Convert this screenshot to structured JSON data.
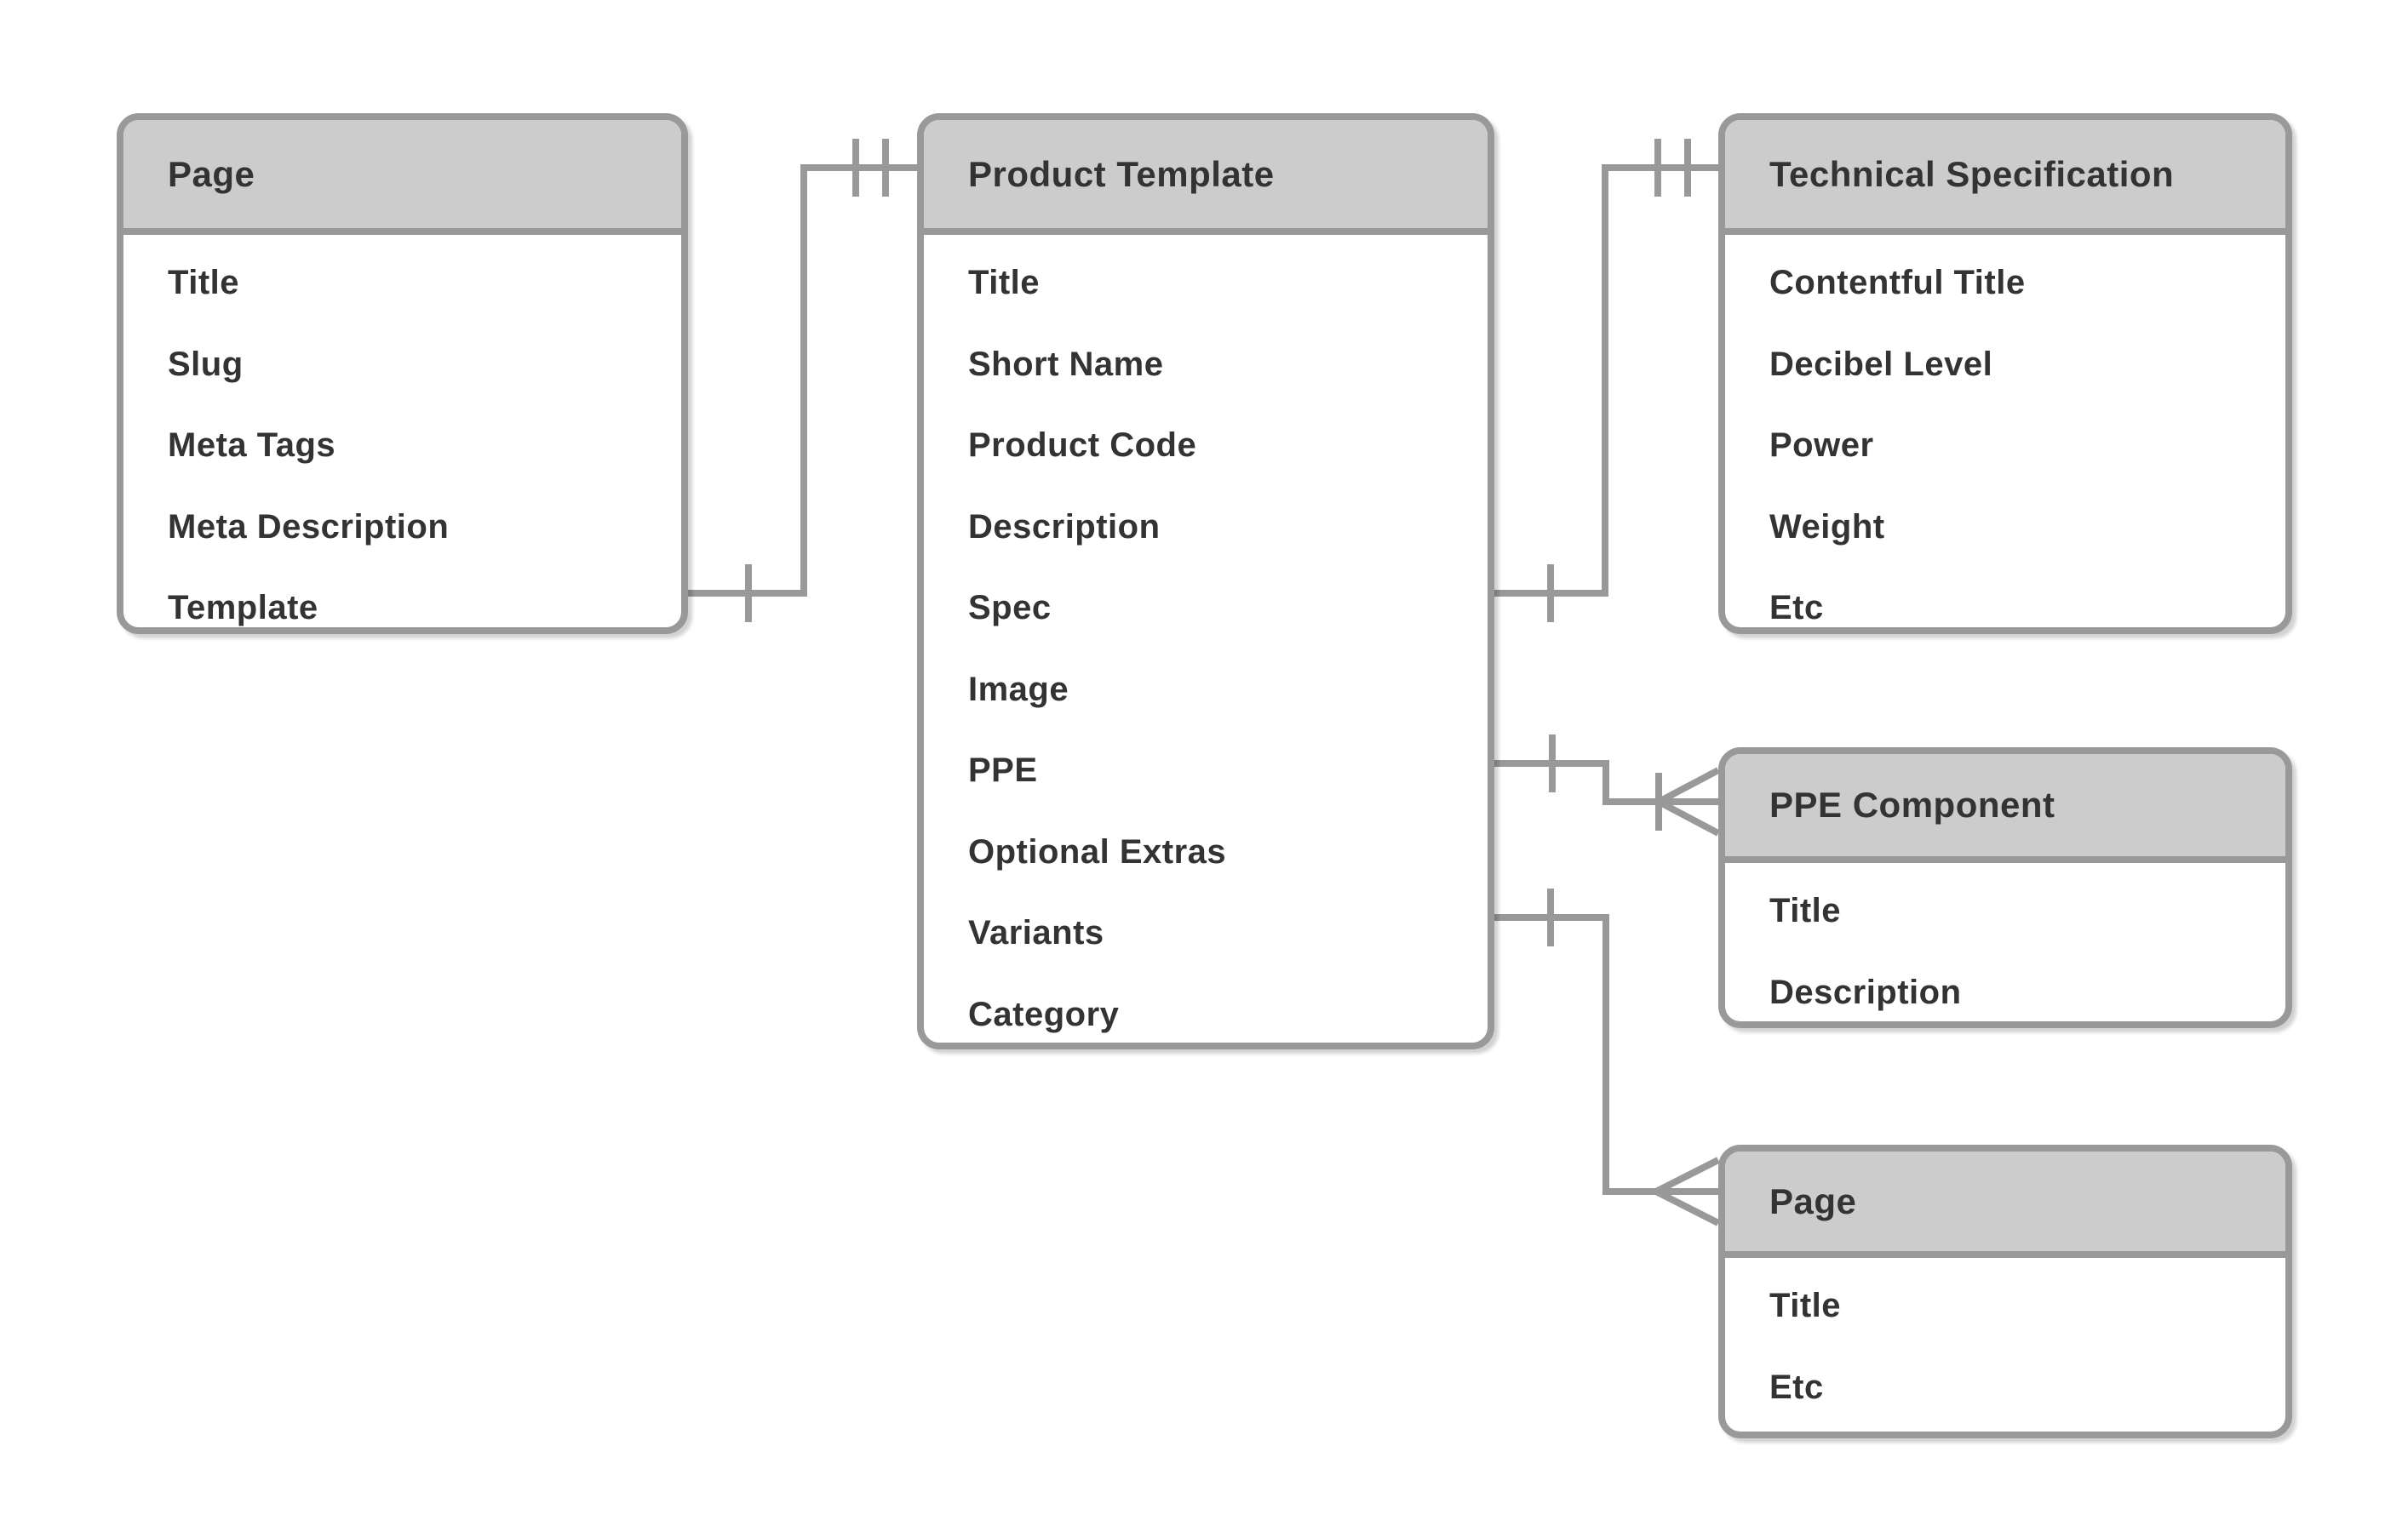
{
  "diagram": {
    "type": "entity-relationship-diagram",
    "background": "#ffffff",
    "colors": {
      "entity_border": "#999999",
      "entity_header_fill": "#cccccc",
      "entity_body_fill": "#ffffff",
      "connector": "#999999",
      "text": "#333333"
    },
    "entities": [
      {
        "id": "page-top",
        "title": "Page",
        "fields": [
          "Title",
          "Slug",
          "Meta Tags",
          "Meta Description",
          "Template"
        ]
      },
      {
        "id": "product-template",
        "title": "Product Template",
        "fields": [
          "Title",
          "Short Name",
          "Product Code",
          "Description",
          "Spec",
          "Image",
          "PPE",
          "Optional Extras",
          "Variants",
          "Category"
        ]
      },
      {
        "id": "technical-specification",
        "title": "Technical Specification",
        "fields": [
          "Contentful Title",
          "Decibel Level",
          "Power",
          "Weight",
          "Etc"
        ]
      },
      {
        "id": "ppe-component",
        "title": "PPE Component",
        "fields": [
          "Title",
          "Description"
        ]
      },
      {
        "id": "page-bottom",
        "title": "Page",
        "fields": [
          "Title",
          "Etc"
        ]
      }
    ],
    "relationships": [
      {
        "from_entity": "Page",
        "from_field": "Template",
        "to_entity": "Product Template",
        "from_marker": "one-tick",
        "to_marker": "double-tick"
      },
      {
        "from_entity": "Product Template",
        "from_field": "Spec",
        "to_entity": "Technical Specification",
        "from_marker": "one-tick",
        "to_marker": "double-tick"
      },
      {
        "from_entity": "Product Template",
        "from_field": "PPE",
        "to_entity": "PPE Component",
        "from_marker": "one-tick",
        "to_marker": "tick-and-crows-foot"
      },
      {
        "from_entity": "Product Template",
        "from_field": "Variants",
        "to_entity": "Page",
        "from_marker": "one-tick",
        "to_marker": "crows-foot"
      }
    ]
  }
}
